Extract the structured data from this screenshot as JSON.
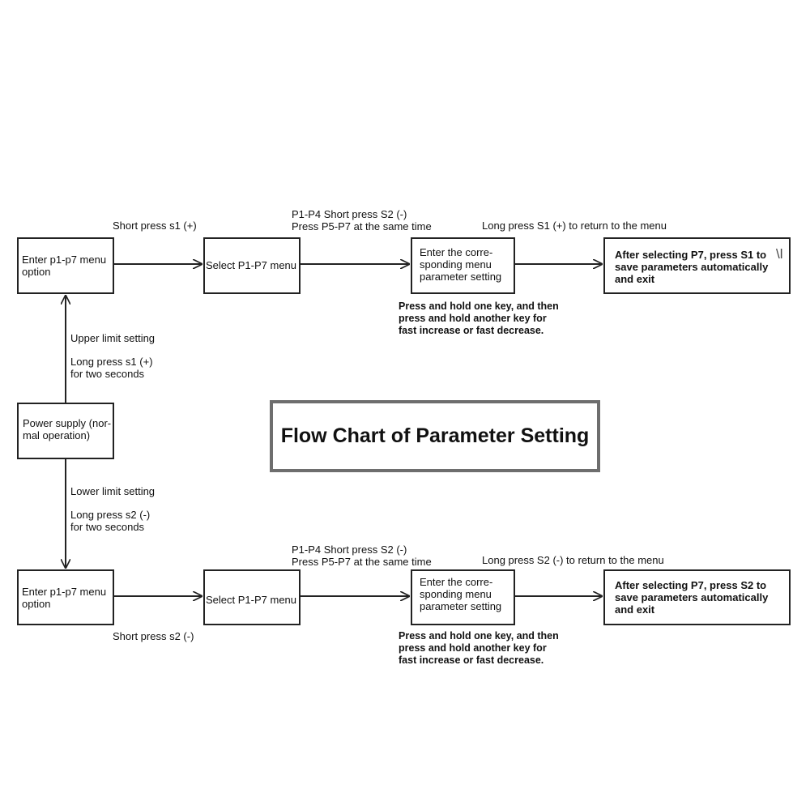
{
  "title": "Flow Chart of Parameter Setting",
  "power_box": "Power supply (nor-\nmal operation)",
  "upper": {
    "setting_label": "Upper limit setting",
    "hold_label": "Long press s1 (+)\nfor two seconds",
    "box_enter": "Enter p1-p7 menu\noption",
    "label_short": "Short press s1 (+)",
    "box_select": "Select P1-P7 menu",
    "label_p1p4": "P1-P4 Short press S2 (-)\nPress P5-P7 at the same time",
    "box_param": "Enter the corre-\nsponding menu\nparameter setting",
    "label_return": "Long press S1 (+) to return to the menu",
    "box_exit": "After selecting P7, press S1 to\nsave parameters automatically\nand exit",
    "note": "Press and hold one key, and then\npress and hold another key for\nfast increase or fast decrease.",
    "stray_mark": "\\l"
  },
  "lower": {
    "setting_label": "Lower limit setting",
    "hold_label": "Long press s2 (-)\nfor two seconds",
    "box_enter": "Enter p1-p7 menu\noption",
    "label_short": "Short press s2 (-)",
    "box_select": "Select P1-P7 menu",
    "label_p1p4": "P1-P4 Short press S2 (-)\nPress P5-P7 at the same time",
    "box_param": "Enter the corre-\nsponding menu\nparameter setting",
    "label_return": "Long press S2 (-) to return to the menu",
    "box_exit": "After selecting P7, press S2 to\nsave parameters automatically\nand exit",
    "note": "Press and hold one key, and then\npress and hold another key for\nfast increase or fast decrease."
  },
  "colors": {
    "line": "#222222",
    "title_border": "#6e6e6e",
    "background": "#ffffff"
  }
}
